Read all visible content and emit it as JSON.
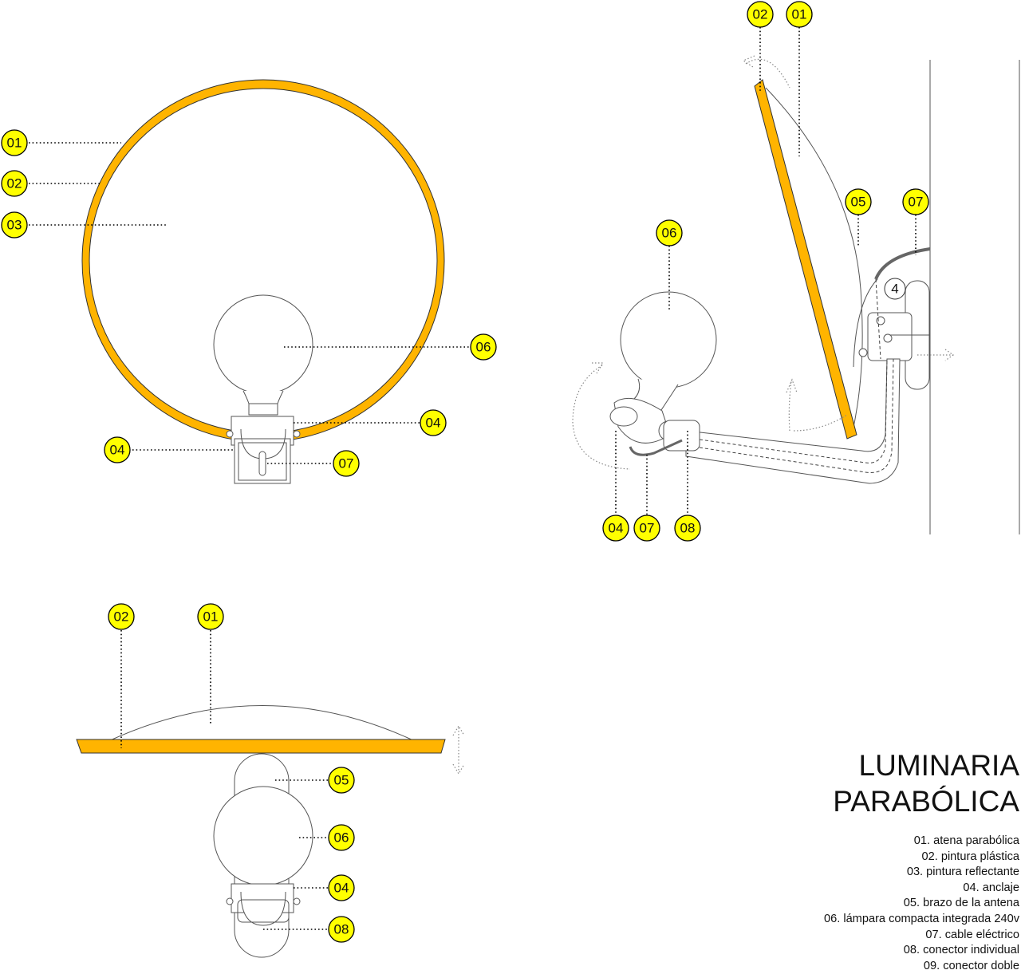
{
  "title": {
    "line1": "LUMINARIA",
    "line2": "PARABÓLICA"
  },
  "legend": [
    "01. atena parabólica",
    "02. pintura plástica",
    "03. pintura reflectante",
    "04. anclaje",
    "05. brazo de la antena",
    "06. lámpara compacta integrada 240v",
    "07. cable eléctrico",
    "08. conector individual",
    "09. conector doble"
  ],
  "front_view": {
    "tags": [
      "01",
      "02",
      "03",
      "06",
      "04",
      "04",
      "07"
    ]
  },
  "side_view": {
    "tags": [
      "02",
      "01",
      "06",
      "05",
      "07",
      "04",
      "07",
      "08"
    ],
    "marker": "4"
  },
  "top_view": {
    "tags": [
      "02",
      "01",
      "05",
      "06",
      "04",
      "08"
    ]
  },
  "colors": {
    "tag_fill": "#ffff00",
    "dish_paint": "#ffb400",
    "line": "#555555"
  }
}
